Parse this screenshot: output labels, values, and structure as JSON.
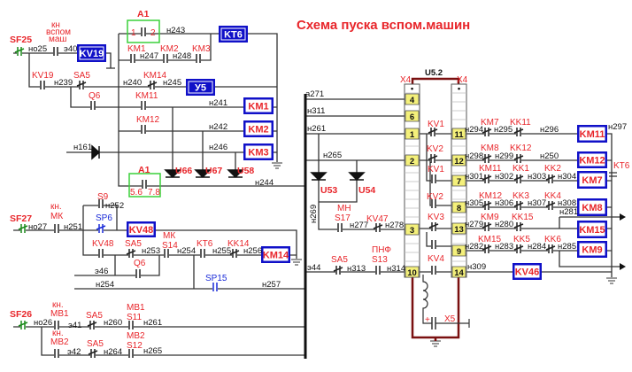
{
  "title": "Схема пуска вспом.машин",
  "colors": {
    "label": "#e8262b",
    "coil": "#1010c8",
    "breaker": "#1a8a1a",
    "frame": "#7a1010",
    "terminal": "#f4f07a",
    "special_contact": "#1a2bd8"
  },
  "breakers": [
    "SF25",
    "SF27",
    "SF26"
  ],
  "buttons": {
    "aux_start": [
      "кн",
      "вспом",
      "маш"
    ],
    "mk": [
      "кн.",
      "МК"
    ],
    "mv1": [
      "кн.",
      "МВ1"
    ],
    "mv2": [
      "кн.",
      "МВ2"
    ]
  },
  "coils": {
    "kv19": "KV19",
    "kt6": "KT6",
    "y5": "У5",
    "km1": "KM1",
    "km2": "KM2",
    "km3": "KM3",
    "kv48": "KV48",
    "km14": "KM14",
    "km11": "KM11",
    "km12": "KM12",
    "km7": "KM7",
    "km8": "KM8",
    "km15": "KM15",
    "km9": "KM9",
    "kv46": "KV46"
  },
  "diodes": [
    "U66",
    "U67",
    "U58",
    "U53",
    "U54"
  ],
  "blocks": {
    "a1_top": "A1",
    "a1_top_pins": [
      "1",
      "2"
    ],
    "a1_bottom": "A1",
    "a1_bottom_pins": [
      "5.6",
      "7.8"
    ],
    "u52": "U5.2",
    "x4_left": "X4",
    "x4_right": "X4",
    "x5": "X5",
    "x5_plus": "+"
  },
  "terminals_left": [
    "4",
    "6",
    "1",
    "2",
    "3",
    "10"
  ],
  "terminals_right": [
    "11",
    "12",
    "7",
    "8",
    "13",
    "9",
    "14"
  ],
  "contacts": [
    "KV19",
    "SA5",
    "KM14",
    "Q6",
    "KM11",
    "KM1",
    "KM2",
    "KM3",
    "KM12",
    "S9",
    "SP6",
    "KV48",
    "SA5",
    "S14",
    "МК",
    "KT6",
    "KK14",
    "Q6",
    "SP15",
    "SA5",
    "S11",
    "МВ1",
    "SA5",
    "S12",
    "МВ2",
    "МН",
    "S17",
    "KV47",
    "SA5",
    "ПНФ",
    "S13",
    "KV1",
    "KV2",
    "KV1",
    "KV2",
    "KV3",
    "KV4",
    "KM7",
    "KK11",
    "KM8",
    "KK12",
    "KM11",
    "KK1",
    "KK2",
    "KM12",
    "KK3",
    "KK4",
    "KM9",
    "KK15",
    "KM15",
    "KK5",
    "KK6",
    "KT6"
  ],
  "wires": [
    "но25",
    "э40",
    "н243",
    "н247",
    "н248",
    "н239",
    "н240",
    "н245",
    "н241",
    "н242",
    "н161",
    "н246",
    "н244",
    "н252",
    "но27",
    "н251",
    "н253",
    "н254",
    "н255",
    "н256",
    "э46",
    "н254",
    "н257",
    "но26",
    "э41",
    "н260",
    "н261",
    "э42",
    "н264",
    "н265",
    "a271",
    "н311",
    "н261",
    "н265",
    "н277",
    "н278",
    "э44",
    "н313",
    "н314",
    "н294",
    "н295",
    "н296",
    "н297",
    "н298",
    "н299",
    "н250",
    "н301",
    "н302",
    "н303",
    "н304",
    "н305",
    "н306",
    "н307",
    "н308",
    "н281",
    "н279",
    "н280",
    "н282",
    "н283",
    "н284",
    "н285",
    "н309",
    "н269"
  ]
}
